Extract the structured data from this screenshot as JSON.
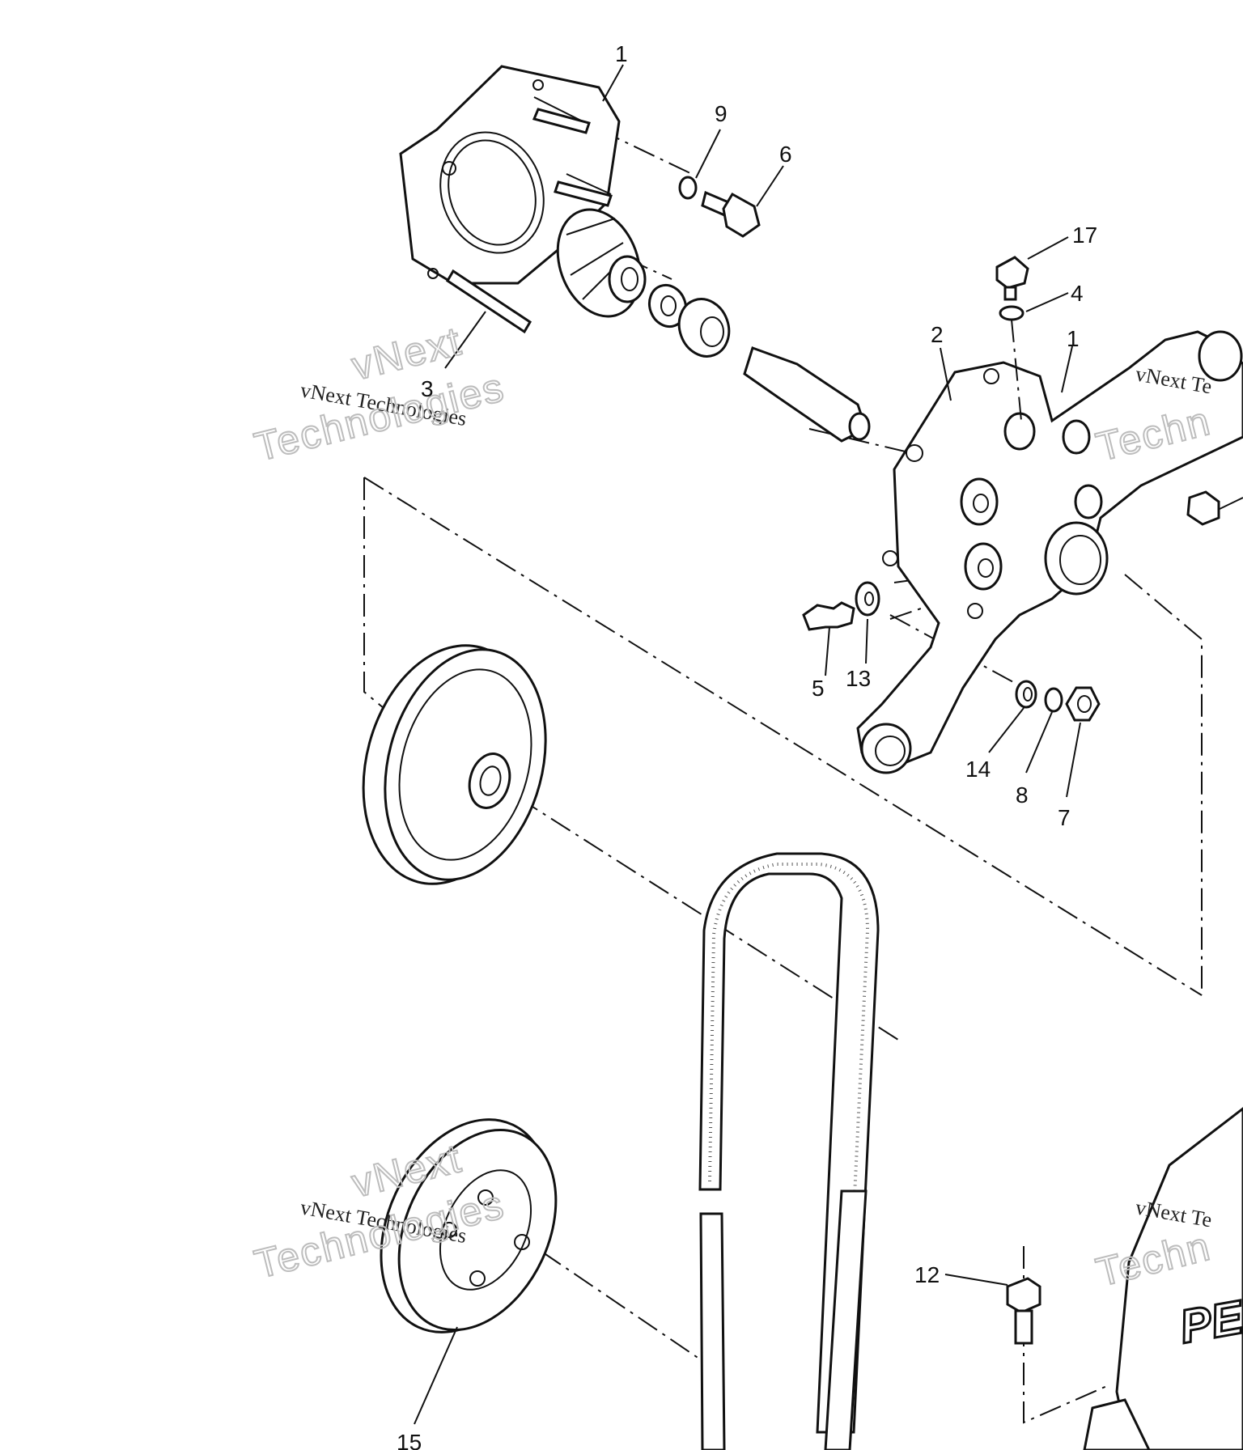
{
  "diagram": {
    "callouts": [
      "1",
      "9",
      "6",
      "17",
      "4",
      "2",
      "1",
      "3",
      "5",
      "13",
      "14",
      "8",
      "7",
      "12",
      "15"
    ],
    "watermark": {
      "small": "vNext Technologies",
      "big_line1": "vNext",
      "big_line2": "Technologies",
      "edge_small": "vNext Te",
      "edge_big": "Techn"
    },
    "logo_fragment": "PE"
  }
}
